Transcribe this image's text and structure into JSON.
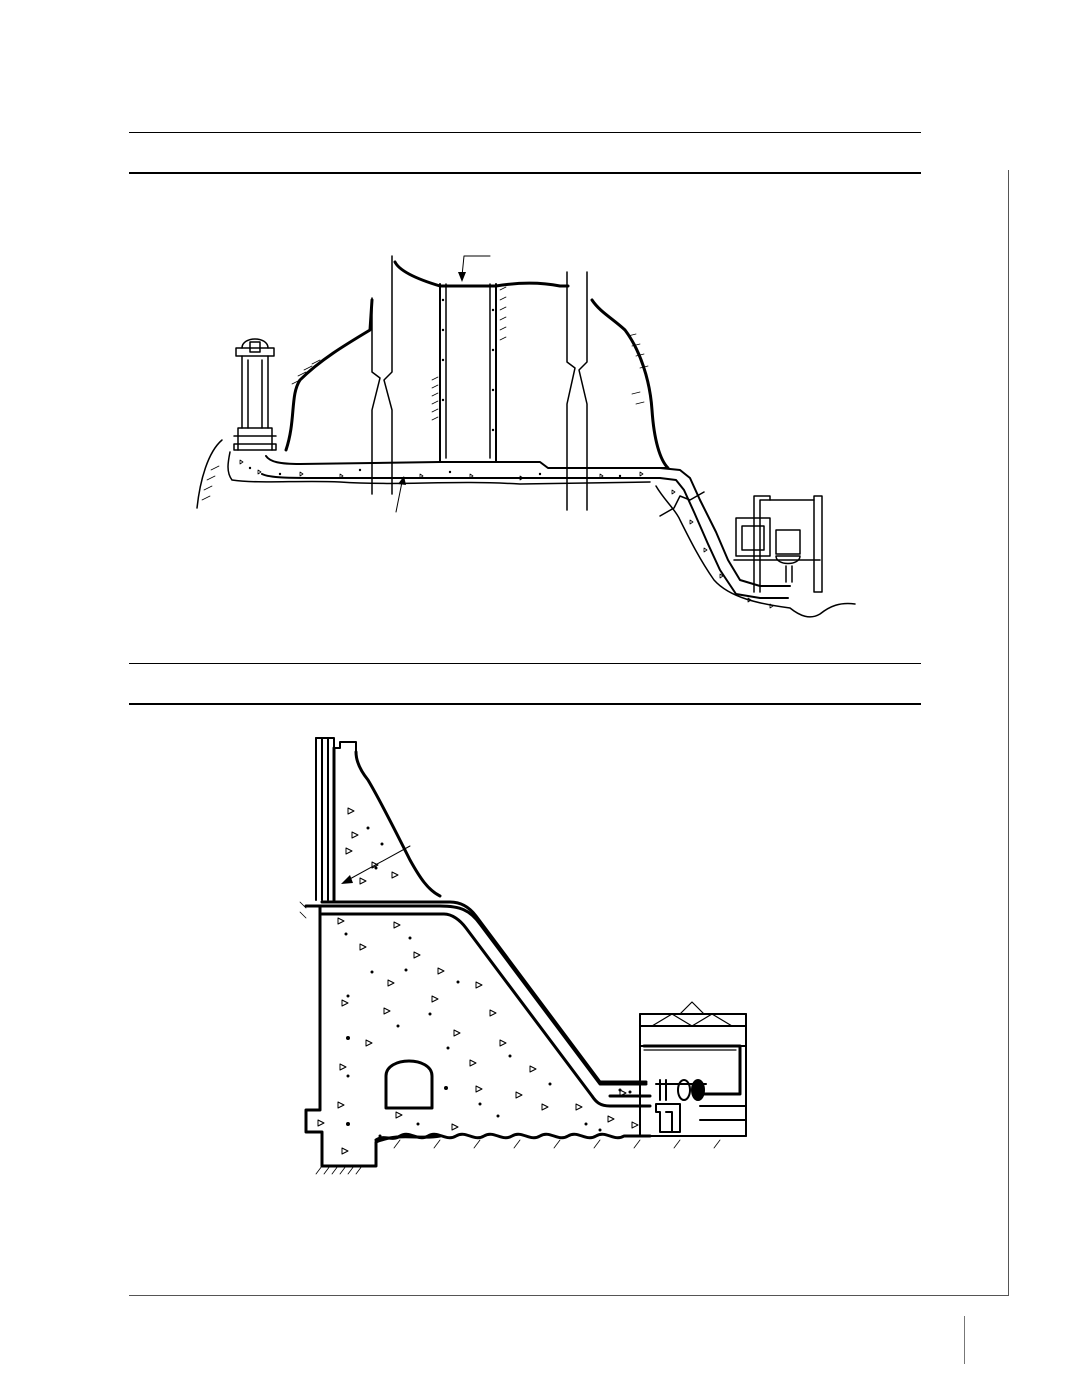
{
  "page": {
    "background": "#ffffff",
    "ink": "#000000",
    "rule_color": "#000000",
    "frame_color": "#555555"
  },
  "figures": [
    {
      "id": "figure-top",
      "kind": "line-drawing",
      "depicts": [
        "surge-tank",
        "pressure-tunnel",
        "penstock",
        "powerhouse",
        "hillside",
        "leader-arrows"
      ]
    },
    {
      "id": "figure-bottom",
      "kind": "line-drawing",
      "depicts": [
        "concrete-gravity-dam",
        "intake-gate",
        "penstock",
        "inspection-gallery",
        "powerhouse",
        "turbine-generator",
        "leader-arrow"
      ]
    }
  ]
}
